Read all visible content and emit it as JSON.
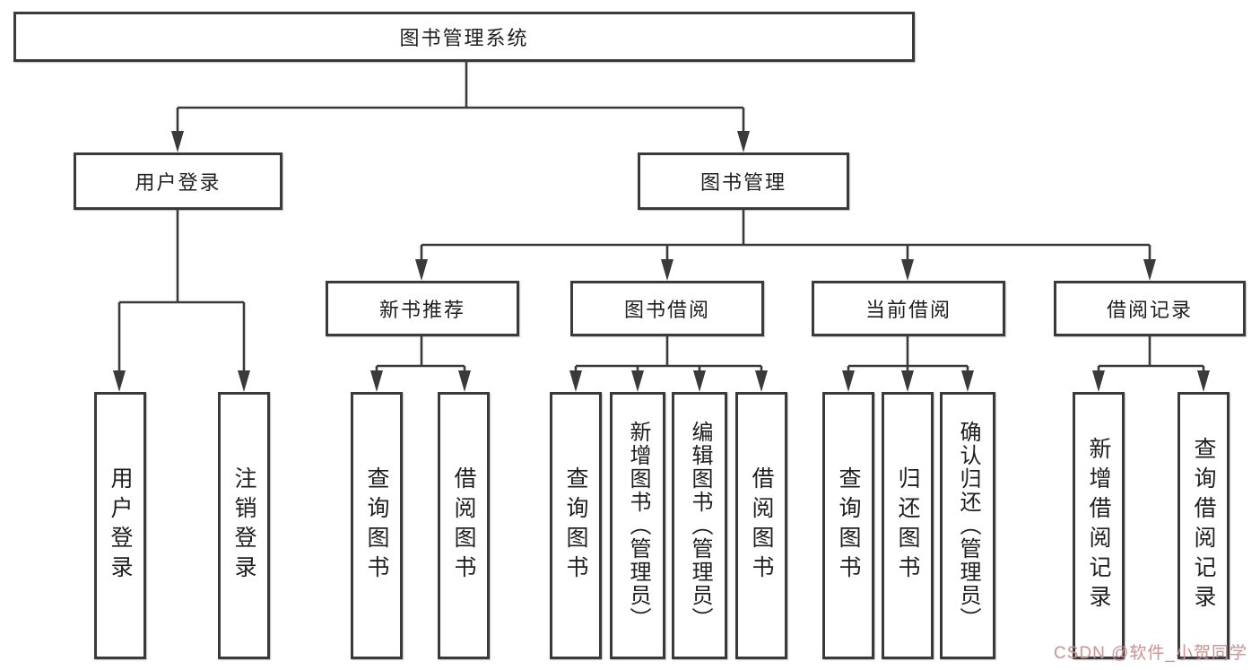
{
  "diagram": {
    "root_label": "图书管理系统",
    "user_branch": {
      "label": "用户登录",
      "children": [
        {
          "label": "用户登录"
        },
        {
          "label": "注销登录"
        }
      ]
    },
    "management_branch": {
      "label": "图书管理",
      "modules": [
        {
          "label": "新书推荐",
          "children": [
            {
              "label": "查询图书"
            },
            {
              "label": "借阅图书"
            }
          ]
        },
        {
          "label": "图书借阅",
          "children": [
            {
              "label": "查询图书"
            },
            {
              "label": "新增图书（管理员）"
            },
            {
              "label": "编辑图书（管理员）"
            },
            {
              "label": "借阅图书"
            }
          ]
        },
        {
          "label": "当前借阅",
          "children": [
            {
              "label": "查询图书"
            },
            {
              "label": "归还图书"
            },
            {
              "label": "确认归还（管理员）"
            }
          ]
        },
        {
          "label": "借阅记录",
          "children": [
            {
              "label": "新增借阅记录"
            },
            {
              "label": "查询借阅记录"
            }
          ]
        }
      ]
    }
  },
  "watermark": {
    "text": "CSDN @软件_小贺同学",
    "color": "#c99090"
  },
  "colors": {
    "line": "#3a3a3a",
    "box_border": "#3a3a3a",
    "text": "#1f1f1f",
    "background": "#ffffff"
  }
}
